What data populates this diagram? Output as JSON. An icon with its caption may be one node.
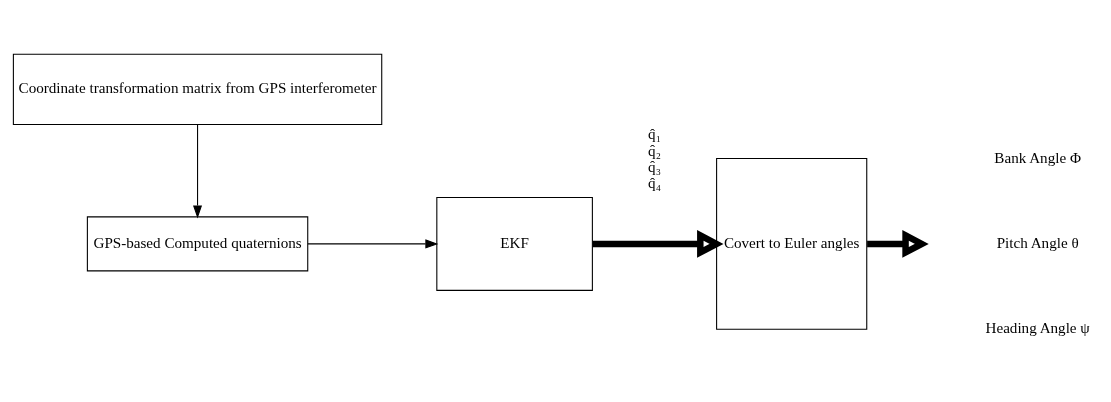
{
  "diagram": {
    "nodes": [
      {
        "text": [
          "Coordinate transformation matrix from GPS interferometer"
        ]
      },
      {
        "text": [
          "GPS-based Computed quaternions"
        ]
      },
      {
        "text": [
          "EKF"
        ]
      },
      {
        "text": [
          "Covert to Euler angles"
        ]
      }
    ],
    "edges": [
      {
        "from": 0,
        "to": 1,
        "arrow": "to"
      },
      {
        "from": 1,
        "to": 2,
        "arrow": "to"
      },
      {
        "from": 2,
        "to": 3,
        "arrow": "to",
        "style": "thick",
        "label": "q̂₁ q̂₂ q̂₃ q̂₄"
      },
      {
        "from": 3,
        "to": null,
        "arrow": "to",
        "style": "thick"
      }
    ],
    "labels": [
      "Bank Angle Φ",
      "Pitch Angle θ",
      "Heading Angle ψ"
    ]
  }
}
